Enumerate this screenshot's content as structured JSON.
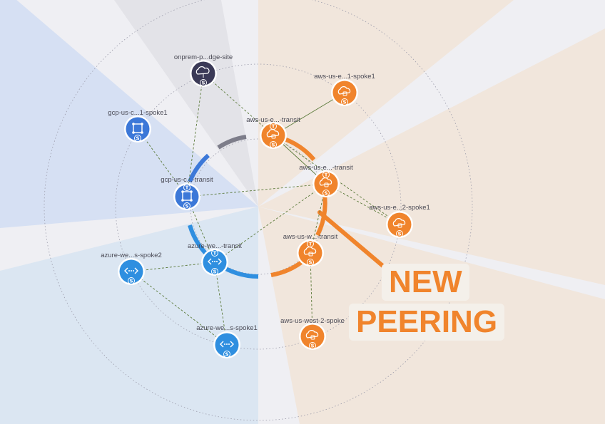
{
  "colors": {
    "aws": "#f0842c",
    "gcp": "#3c78d8",
    "azure": "#2f8fe0",
    "onprem": "#3b3a57",
    "aws_sector": "#f1e6dc",
    "gcp_sector": "#d6e0f3",
    "azure_sector": "#dbe6f2",
    "onprem_sector": "#e3e3e8"
  },
  "nodes": [
    {
      "id": "onprem-edge",
      "label": "onprem-p...dge-site",
      "kind": "spoke",
      "cloud": "onprem",
      "icon": "cloud-network-icon"
    },
    {
      "id": "aws-spoke1",
      "label": "aws-us-e...1-spoke1",
      "kind": "spoke",
      "cloud": "aws",
      "icon": "aws-cloud-icon"
    },
    {
      "id": "gcp-spoke1",
      "label": "gcp-us-c...1-spoke1",
      "kind": "spoke",
      "cloud": "gcp",
      "icon": "gcp-hex-icon"
    },
    {
      "id": "aws-transit-1",
      "label": "aws-us-e...-transit",
      "kind": "transit",
      "cloud": "aws",
      "icon": "aws-cloud-icon"
    },
    {
      "id": "aws-transit-2",
      "label": "aws-us-e...-transit",
      "kind": "transit",
      "cloud": "aws",
      "icon": "aws-cloud-icon"
    },
    {
      "id": "gcp-transit",
      "label": "gcp-us-c...-transit",
      "kind": "transit",
      "cloud": "gcp",
      "icon": "gcp-hex-icon"
    },
    {
      "id": "aws-spoke2",
      "label": "aws-us-e...2-spoke1",
      "kind": "spoke",
      "cloud": "aws",
      "icon": "aws-cloud-icon"
    },
    {
      "id": "aws-west-transit",
      "label": "aws-us-w...-transit",
      "kind": "transit",
      "cloud": "aws",
      "icon": "aws-cloud-icon"
    },
    {
      "id": "azure-transit",
      "label": "azure-we...-transit",
      "kind": "transit",
      "cloud": "azure",
      "icon": "azure-vnet-icon"
    },
    {
      "id": "azure-spoke2",
      "label": "azure-we...s-spoke2",
      "kind": "spoke",
      "cloud": "azure",
      "icon": "azure-vnet-icon"
    },
    {
      "id": "aws-west2-spoke",
      "label": "aws-us-west-2-spoke",
      "kind": "spoke",
      "cloud": "aws",
      "icon": "aws-cloud-icon"
    },
    {
      "id": "azure-spoke1",
      "label": "azure-we...s-spoke1",
      "kind": "spoke",
      "cloud": "azure",
      "icon": "azure-vnet-icon"
    }
  ],
  "links": [
    {
      "from": "onprem-edge",
      "to": "aws-transit-1",
      "style": "dashed"
    },
    {
      "from": "onprem-edge",
      "to": "gcp-transit",
      "style": "dashed"
    },
    {
      "from": "aws-spoke1",
      "to": "aws-transit-1",
      "style": "solid"
    },
    {
      "from": "gcp-spoke1",
      "to": "gcp-transit",
      "style": "dashed"
    },
    {
      "from": "aws-transit-1",
      "to": "aws-transit-2",
      "style": "solid"
    },
    {
      "from": "aws-transit-1",
      "to": "aws-spoke2",
      "style": "dashed"
    },
    {
      "from": "aws-transit-2",
      "to": "gcp-transit",
      "style": "dashed"
    },
    {
      "from": "aws-transit-2",
      "to": "aws-spoke2",
      "style": "dashed"
    },
    {
      "from": "aws-transit-2",
      "to": "azure-transit",
      "style": "dashed"
    },
    {
      "from": "aws-transit-2",
      "to": "aws-west-transit",
      "style": "dashed"
    },
    {
      "from": "gcp-transit",
      "to": "azure-transit",
      "style": "dashed"
    },
    {
      "from": "azure-transit",
      "to": "azure-spoke2",
      "style": "dashed"
    },
    {
      "from": "azure-transit",
      "to": "azure-spoke1",
      "style": "dashed"
    },
    {
      "from": "azure-spoke2",
      "to": "azure-spoke1",
      "style": "dashed"
    },
    {
      "from": "aws-west-transit",
      "to": "aws-west2-spoke",
      "style": "dashed"
    }
  ],
  "badges": {
    "transit": "T",
    "spoke": "S"
  },
  "callout": {
    "line1": "NEW",
    "line2": "PEERING"
  }
}
